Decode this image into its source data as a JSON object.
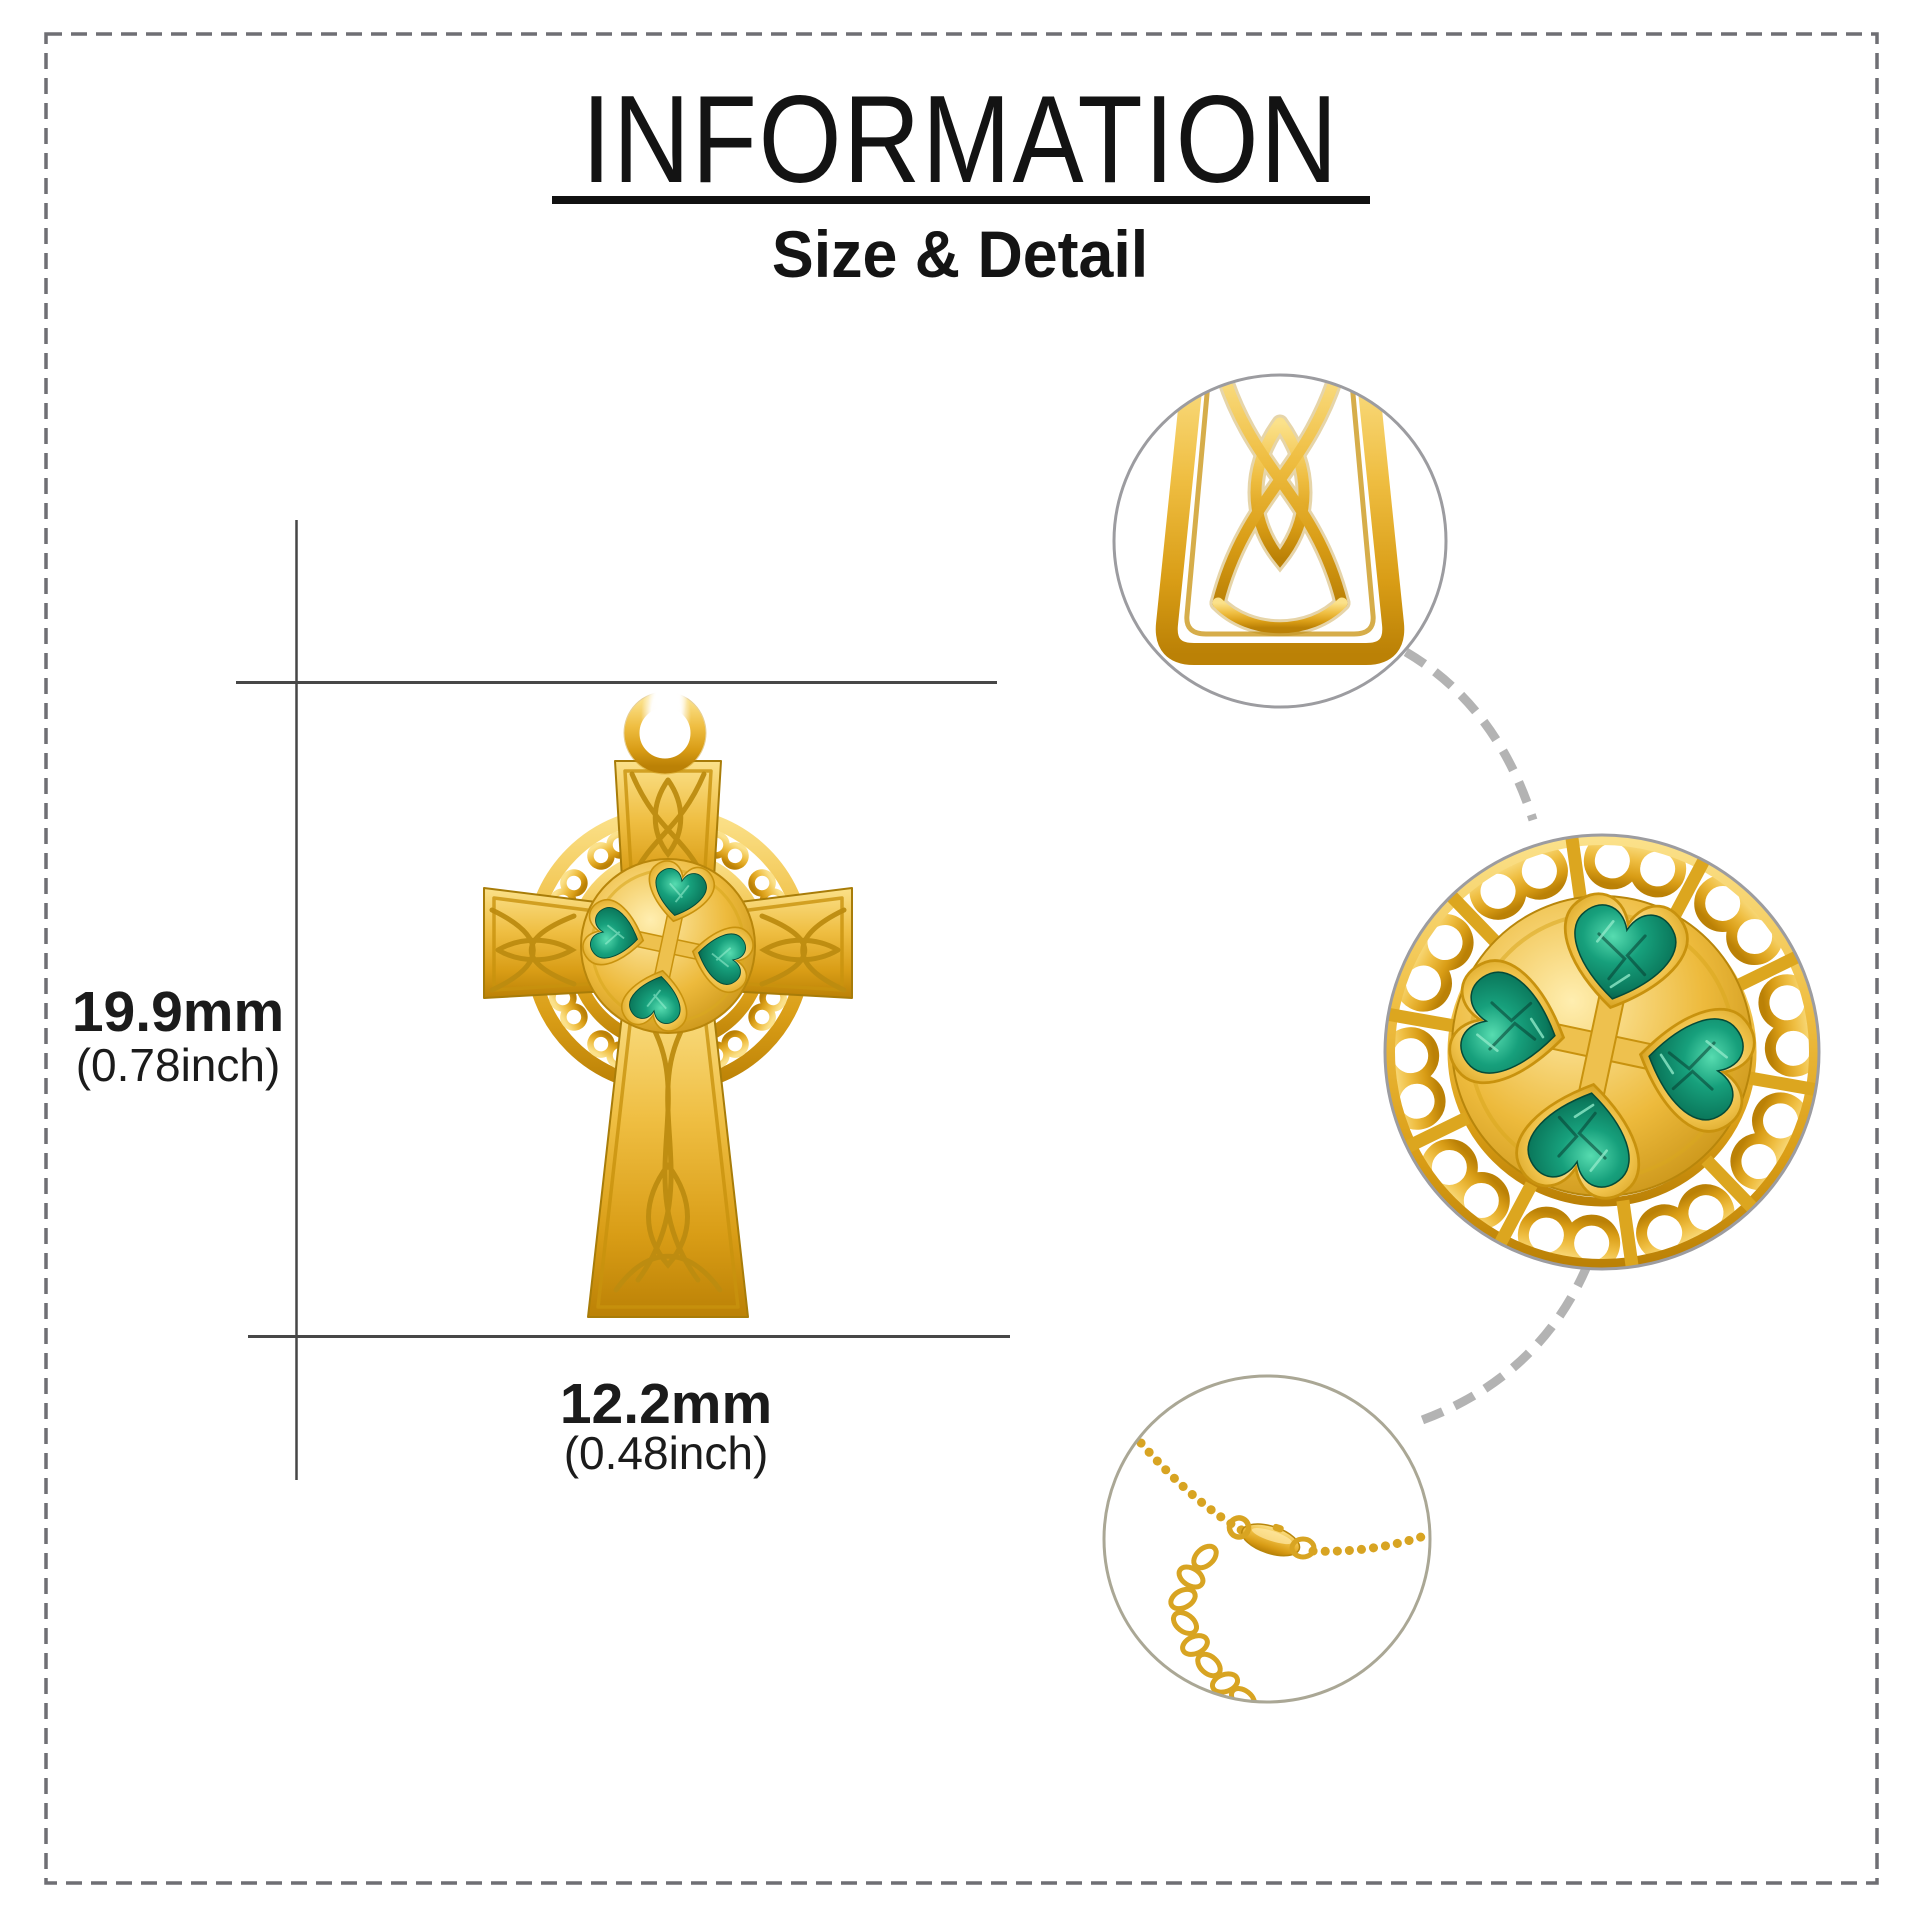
{
  "header": {
    "title": "INFORMATION",
    "subtitle": "Size & Detail"
  },
  "dimensions": {
    "height_mm": "19.9mm",
    "height_inch": "(0.78inch)",
    "width_mm": "12.2mm",
    "width_inch": "(0.48inch)"
  },
  "colors": {
    "background": "#ffffff",
    "text": "#161616",
    "border_dash": "#6f6f74",
    "dimension_line": "#474747",
    "connector_dash": "#b3b3b3",
    "circle_border": "#9c9ca0",
    "chain_circle_border": "#aaa795",
    "gold_light": "#fbe18a",
    "gold_base": "#efbe42",
    "gold_deep": "#c8920e",
    "gold_outline": "#b8860b",
    "stone_light": "#57dcb0",
    "stone_base": "#17a07c",
    "stone_dark": "#053c30"
  }
}
